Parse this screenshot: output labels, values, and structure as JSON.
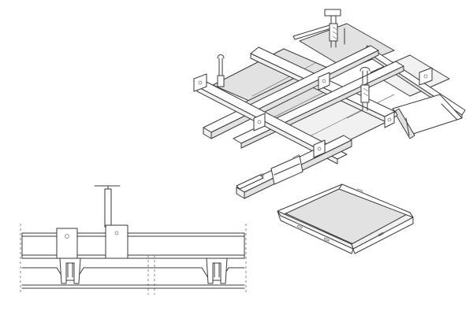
{
  "figure": {
    "views": [
      "isometric-grid-assembly",
      "section-view",
      "tray-panel"
    ],
    "colors": {
      "line": "#3a3a3a",
      "panel_fill": "#e8e8e8",
      "background": "#ffffff"
    },
    "icons": [
      "suspension-hanger-icon",
      "carrier-clip-icon",
      "tray-panel-icon"
    ]
  }
}
